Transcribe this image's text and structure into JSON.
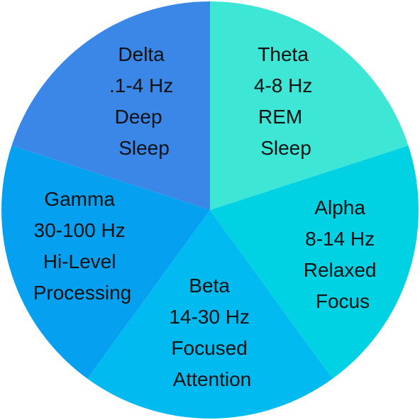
{
  "wheel": {
    "segments": [
      {
        "color": "#3a87e8",
        "lines": [
          "Delta",
          ".1-4 Hz",
          "Deep",
          "Sleep"
        ]
      },
      {
        "color": "#3ee6d6",
        "lines": [
          "Theta",
          "4-8 Hz",
          "REM",
          "Sleep"
        ]
      },
      {
        "color": "#00d2e4",
        "lines": [
          "Alpha",
          "8-14 Hz",
          "Relaxed",
          "Focus"
        ]
      },
      {
        "color": "#00baf0",
        "lines": [
          "Beta",
          "14-30 Hz",
          "Focused",
          "Attention"
        ]
      },
      {
        "color": "#06a0f0",
        "lines": [
          "Gamma",
          "30-100 Hz",
          "Hi-Level",
          "Processing"
        ]
      }
    ]
  }
}
